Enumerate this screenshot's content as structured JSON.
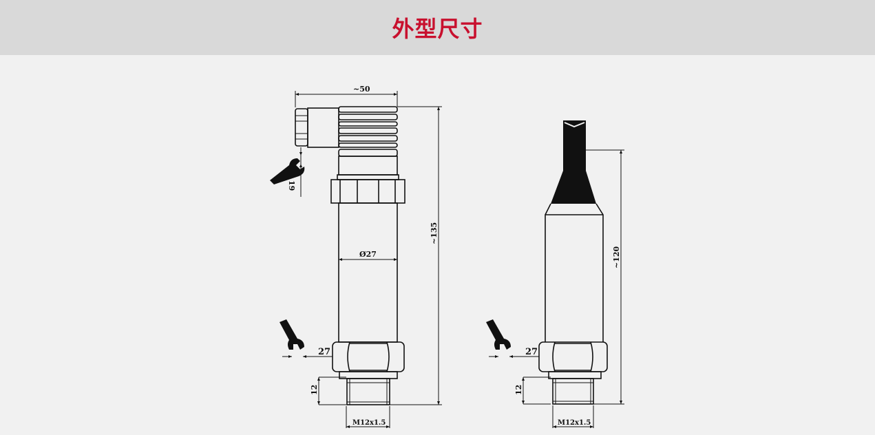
{
  "header": {
    "title": "外型尺寸"
  },
  "drawing_left": {
    "width_label": "~50",
    "height_label": "~135",
    "diameter_label": "Ø27",
    "wrench_top_label": "19",
    "wrench_bottom_label": "27",
    "thread_length_label": "12",
    "thread_label": "M12x1.5"
  },
  "drawing_right": {
    "height_label": "~120",
    "wrench_label": "27",
    "thread_length_label": "12",
    "thread_label": "M12x1.5"
  },
  "colors": {
    "title": "#c8102e",
    "header_bg": "#d9d9d9",
    "page_bg": "#f1f1f1"
  }
}
